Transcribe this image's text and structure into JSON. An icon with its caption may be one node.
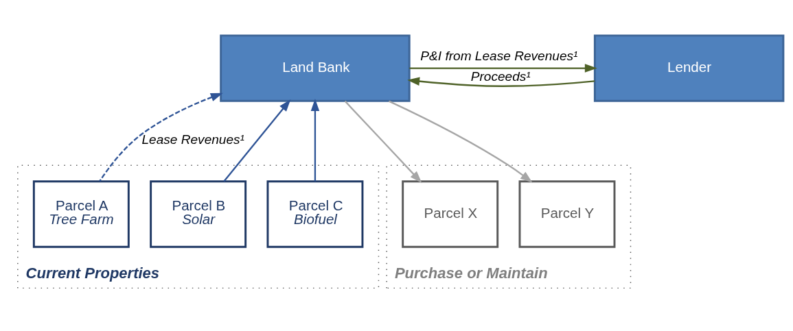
{
  "diagram": {
    "nodes": [
      {
        "text": [
          "Land Bank"
        ]
      },
      {
        "text": [
          "Lender"
        ]
      },
      {
        "text": [
          "Current Properties"
        ]
      },
      {
        "text": [
          "Parcel A",
          "Tree Farm"
        ],
        "in": 2
      },
      {
        "text": [
          "Parcel B",
          "Solar"
        ],
        "in": 2
      },
      {
        "text": [
          "Parcel C",
          "Biofuel"
        ],
        "in": 2
      },
      {
        "text": [
          "Purchase or Maintain"
        ]
      },
      {
        "text": [
          "Parcel X"
        ],
        "in": 6
      },
      {
        "text": [
          "Parcel Y"
        ],
        "in": 6
      }
    ],
    "edges": [
      {
        "from": 3,
        "to": 0,
        "arrow": "to",
        "style": "dashed",
        "label": "Lease Revenues¹"
      },
      {
        "from": 4,
        "to": 0,
        "arrow": "to"
      },
      {
        "from": 5,
        "to": 0,
        "arrow": "to"
      },
      {
        "from": 1,
        "to": 0,
        "arrow": "to",
        "color": "#4f6228",
        "label": "Proceeds¹"
      },
      {
        "from": 0,
        "to": 1,
        "arrow": "to",
        "color": "#4f6228",
        "label": "P&I from Lease Revenues¹"
      },
      {
        "from": 0,
        "to": 7,
        "arrow": "to",
        "color": "#a6a6a6"
      },
      {
        "from": 0,
        "to": 8,
        "arrow": "to",
        "color": "#a6a6a6"
      }
    ]
  }
}
